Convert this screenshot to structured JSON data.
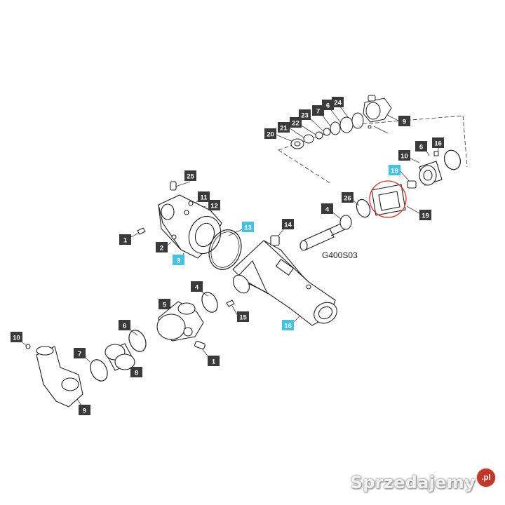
{
  "diagram": {
    "code_label": "G400S03",
    "callouts": [
      "25",
      "11",
      "12",
      "1",
      "2",
      "3",
      "13",
      "14",
      "4",
      "5",
      "6",
      "7",
      "8",
      "9",
      "10",
      "1",
      "15",
      "16",
      "4",
      "26",
      "18",
      "19",
      "10",
      "6",
      "16",
      "20",
      "21",
      "22",
      "23",
      "7",
      "6",
      "24",
      "9"
    ],
    "highlighted_callouts": [
      "3",
      "13",
      "15",
      "26"
    ],
    "colors": {
      "tag_dark": "#3a3a3a",
      "tag_highlight": "#46c2e0",
      "line": "#1e1e1e",
      "circle_highlight": "#d63030"
    }
  },
  "watermark": {
    "text": "Sprzedajemy",
    "badge": ".pl"
  }
}
